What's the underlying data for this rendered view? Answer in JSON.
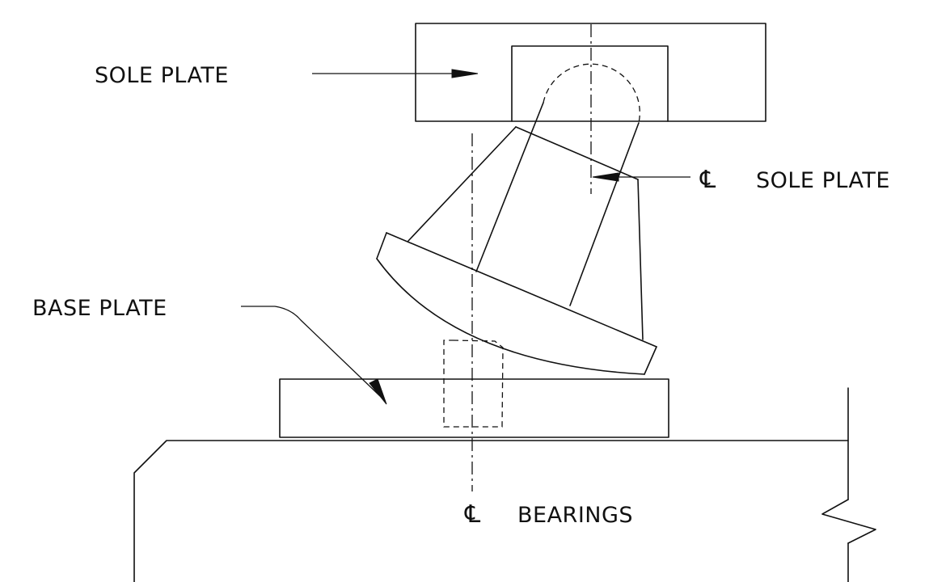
{
  "labels": {
    "sole_plate": "SOLE PLATE",
    "cl_sole_plate_symbol": "℄",
    "cl_sole_plate": "SOLE PLATE",
    "base_plate": "BASE PLATE",
    "cl_bearings_symbol": "℄",
    "cl_bearings": "BEARINGS"
  },
  "colors": {
    "line": "#111111",
    "background": "#ffffff"
  }
}
